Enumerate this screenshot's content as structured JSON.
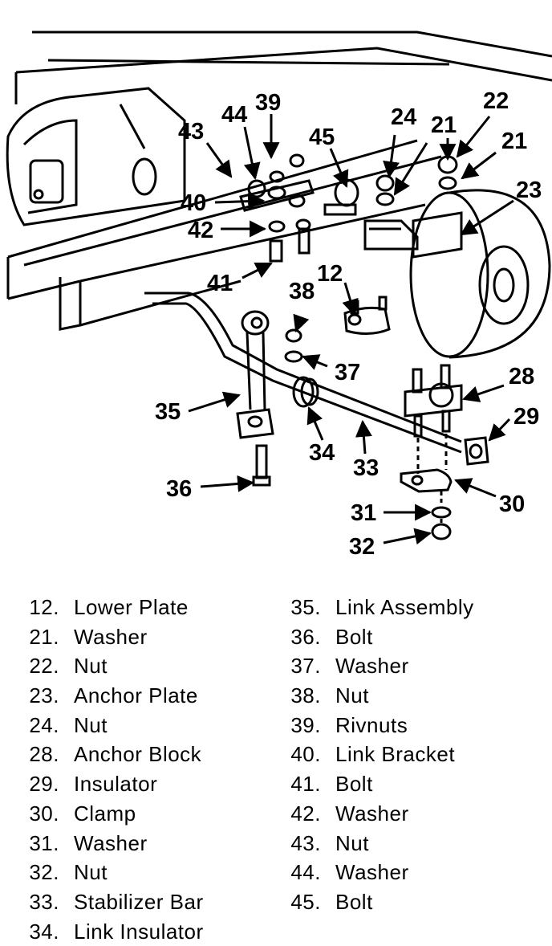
{
  "callouts": [
    "12",
    "21",
    "21",
    "22",
    "23",
    "24",
    "28",
    "29",
    "30",
    "31",
    "32",
    "33",
    "34",
    "35",
    "36",
    "37",
    "38",
    "39",
    "40",
    "41",
    "42",
    "43",
    "44",
    "45"
  ],
  "legend_left": [
    {
      "num": "12.",
      "label": "Lower Plate"
    },
    {
      "num": "21.",
      "label": "Washer"
    },
    {
      "num": "22.",
      "label": "Nut"
    },
    {
      "num": "23.",
      "label": "Anchor Plate"
    },
    {
      "num": "24.",
      "label": "Nut"
    },
    {
      "num": "28.",
      "label": "Anchor Block"
    },
    {
      "num": "29.",
      "label": "Insulator"
    },
    {
      "num": "30.",
      "label": "Clamp"
    },
    {
      "num": "31.",
      "label": "Washer"
    },
    {
      "num": "32.",
      "label": "Nut"
    },
    {
      "num": "33.",
      "label": "Stabilizer Bar"
    },
    {
      "num": "34.",
      "label": "Link Insulator"
    }
  ],
  "legend_right": [
    {
      "num": "35.",
      "label": "Link Assembly"
    },
    {
      "num": "36.",
      "label": "Bolt"
    },
    {
      "num": "37.",
      "label": "Washer"
    },
    {
      "num": "38.",
      "label": "Nut"
    },
    {
      "num": "39.",
      "label": "Rivnuts"
    },
    {
      "num": "40.",
      "label": "Link Bracket"
    },
    {
      "num": "41.",
      "label": "Bolt"
    },
    {
      "num": "42.",
      "label": "Washer"
    },
    {
      "num": "43.",
      "label": "Nut"
    },
    {
      "num": "44.",
      "label": "Washer"
    },
    {
      "num": "45.",
      "label": "Bolt"
    }
  ]
}
